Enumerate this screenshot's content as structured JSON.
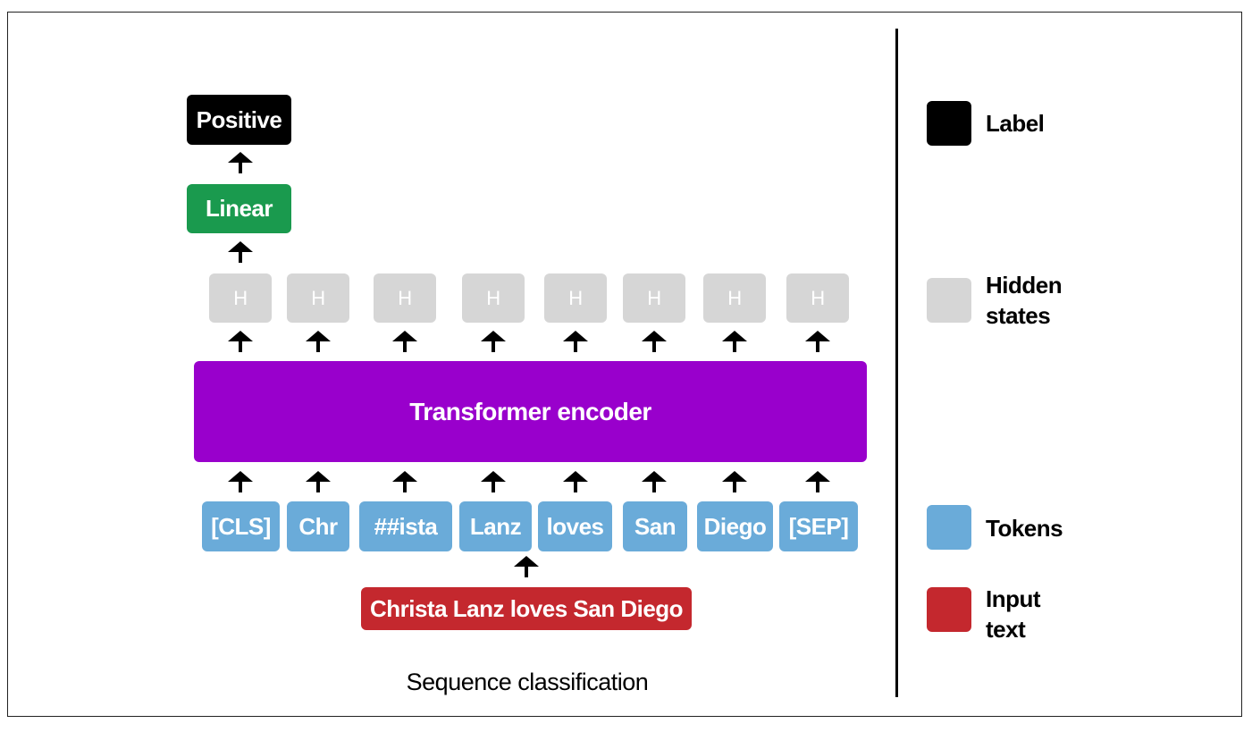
{
  "diagram": {
    "output_label": "Positive",
    "linear_label": "Linear",
    "hidden_label": "H",
    "encoder_label": "Transformer encoder",
    "tokens": [
      "[CLS]",
      "Chr",
      "##ista",
      "Lanz",
      "loves",
      "San",
      "Diego",
      "[SEP]"
    ],
    "input_text": "Christa Lanz loves San Diego",
    "caption": "Sequence classification"
  },
  "legend": {
    "label": "Label",
    "hidden_states": "Hidden\nstates",
    "tokens": "Tokens",
    "input_text": "Input\ntext"
  },
  "colors": {
    "label": "#000000",
    "linear": "#1a9a4e",
    "hidden": "#d6d6d6",
    "encoder": "#9900cc",
    "tokens": "#6aabd9",
    "input": "#c4282e",
    "arrow": "#000000"
  }
}
